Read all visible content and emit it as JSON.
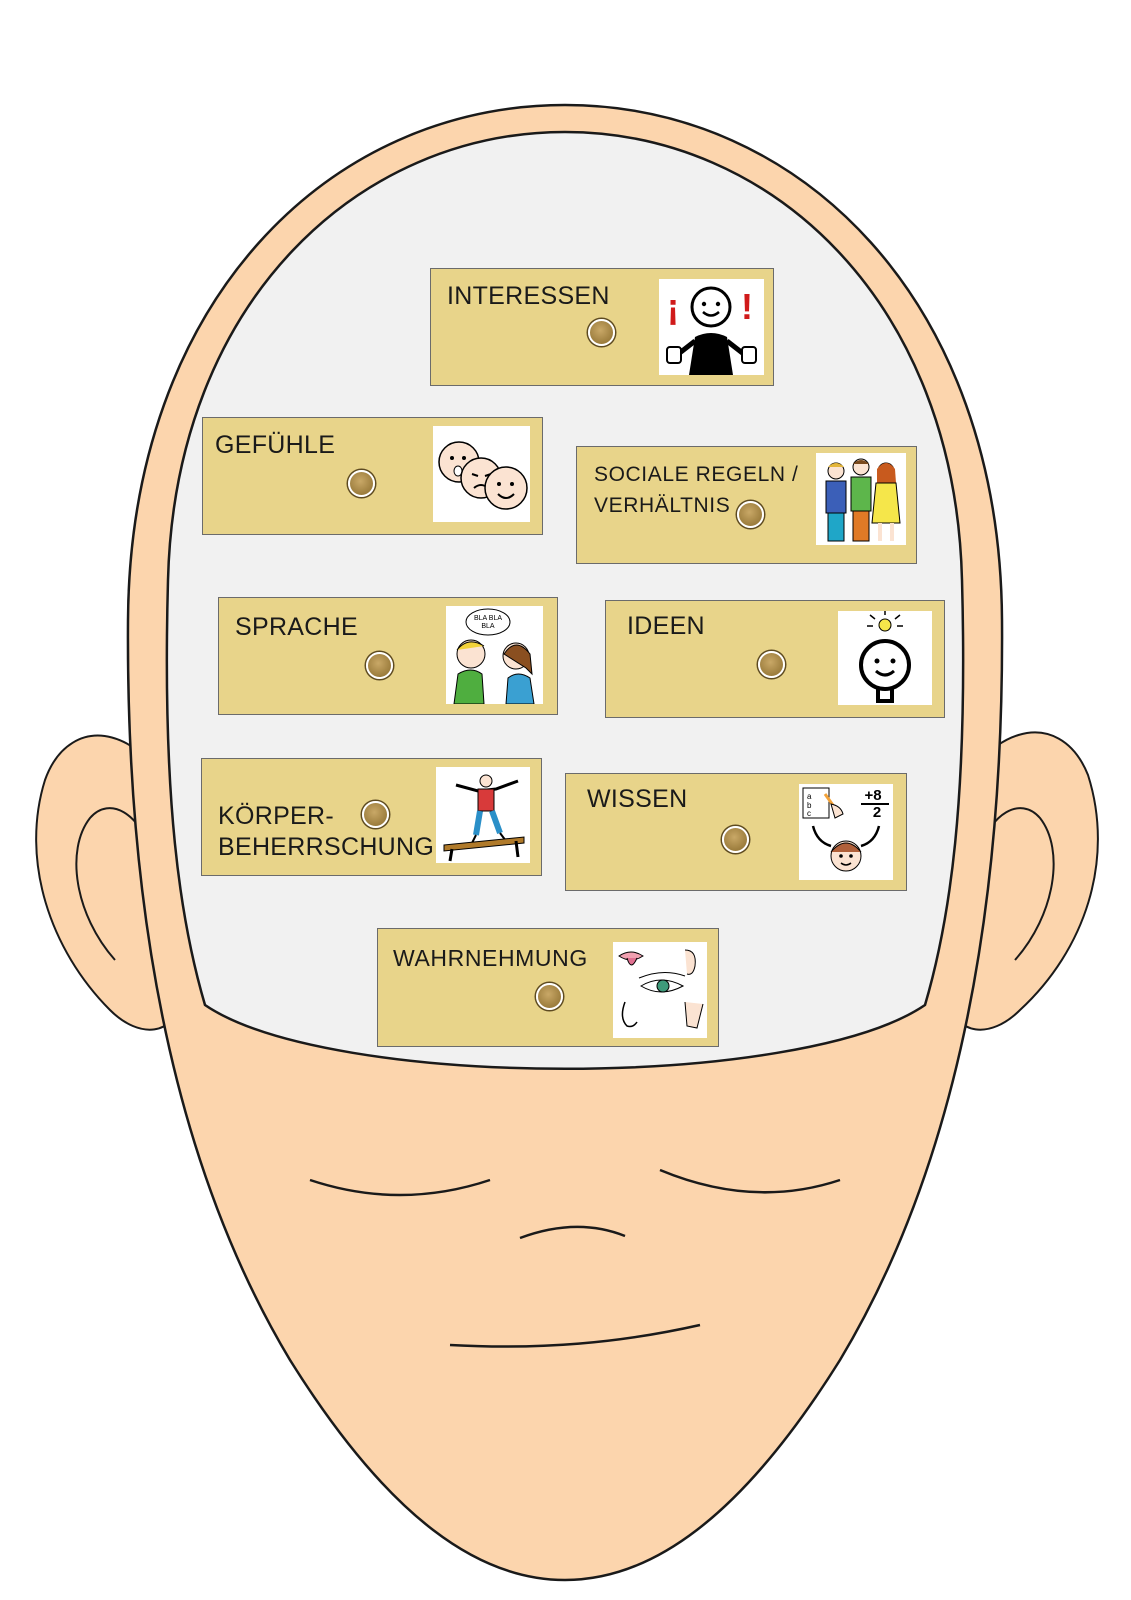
{
  "colors": {
    "skin": "#fcd5ad",
    "brain": "#f1f1f1",
    "card": "#e8d48a",
    "outline": "#1a1a1a"
  },
  "cards": {
    "interessen": {
      "label": "INTERESSEN",
      "icon": "enthusiastic-person-icon"
    },
    "gefuehle": {
      "label": "GEFÜHLE",
      "icon": "emotion-faces-icon"
    },
    "sociale": {
      "label": "SOCIALE  REGELN /\nVERHÄLTNIS",
      "icon": "group-of-people-icon"
    },
    "sprache": {
      "label": "SPRACHE",
      "icon": "talking-children-icon",
      "bubble": "BLA BLA\nBLA"
    },
    "ideen": {
      "label": "IDEEN",
      "icon": "lightbulb-face-icon"
    },
    "koerper": {
      "label": "KÖRPER-\nBEHERRSCHUNG",
      "icon": "balance-beam-icon"
    },
    "wissen": {
      "label": "WISSEN",
      "icon": "learning-child-icon",
      "math": "+8\n 2"
    },
    "wahrnehmung": {
      "label": "WAHRNEHMUNG",
      "icon": "senses-icon"
    }
  }
}
